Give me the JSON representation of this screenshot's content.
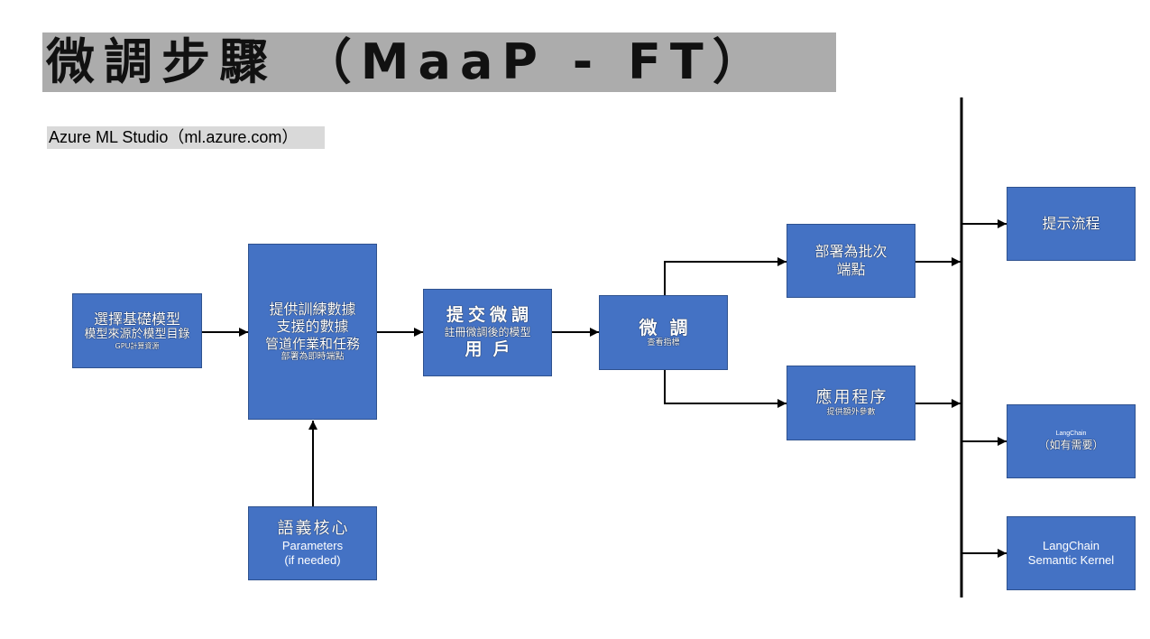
{
  "title": "微調步驟 （MaaP - FT）",
  "subtitle": "Azure ML Studio（ml.azure.com）",
  "colors": {
    "title_background": "#ACACAC",
    "subtitle_background": "#D9D9D9",
    "box_fill": "#4472C4",
    "box_border": "#2F528F",
    "box_text": "#FFFFFF",
    "connector": "#000000"
  },
  "nodes": {
    "select_base_model": [
      "選擇基礎模型",
      "模型來源於模型目錄",
      "GPU計算資源"
    ],
    "training_data": [
      "提供訓練數據",
      "支援的數據",
      "管道作業和任務",
      "部署為即時端點"
    ],
    "submit_finetune": [
      "提交微調",
      "註冊微調後的模型",
      "用戶"
    ],
    "finetune": [
      "微調",
      "查看指標"
    ],
    "batch_endpoint": [
      "部署為批次",
      "端點"
    ],
    "application": [
      "應用程序",
      "提供額外參數"
    ],
    "semantic_kernel": [
      "語義核心",
      "Parameters",
      "(if needed)"
    ],
    "prompt_flow": [
      "提示流程"
    ],
    "langchain_optional": [
      "LangChain",
      "（如有需要）"
    ],
    "langchain_sk": [
      "LangChain",
      "Semantic Kernel"
    ]
  }
}
